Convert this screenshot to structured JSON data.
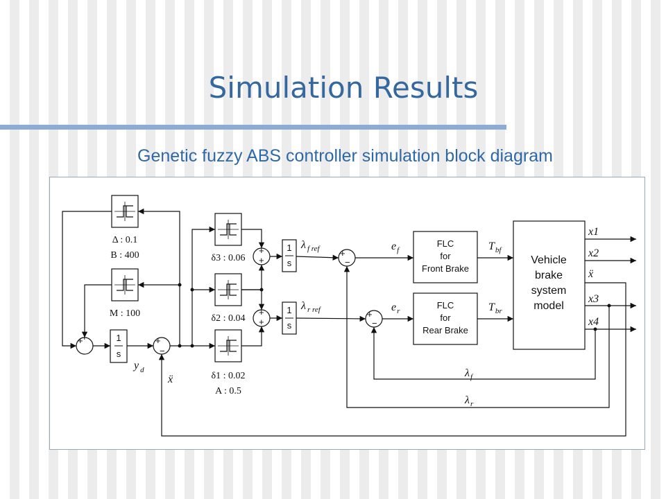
{
  "slide": {
    "title": "Simulation Results",
    "subtitle": "Genetic fuzzy ABS controller simulation block diagram"
  },
  "diagram": {
    "relay_top_params": [
      "Δ : 0.1",
      "B : 400"
    ],
    "relay_mid_params": [
      "M : 100"
    ],
    "relay_d3": "δ3 : 0.06",
    "relay_d2": "δ2 : 0.04",
    "relay_d1_params": [
      "δ1 : 0.02",
      "A : 0.5"
    ],
    "integrator_num": "1",
    "integrator_den": "s",
    "sum_plus": "+",
    "sum_minus": "−",
    "signal_yd": "y",
    "signal_yd_sub": "d",
    "signal_xdd": "ẍ",
    "lambda_f_ref": "λ",
    "lambda_f_ref_sub": "f ref",
    "lambda_r_ref": "λ",
    "lambda_r_ref_sub": "r ref",
    "ef": "e",
    "ef_sub": "f",
    "er": "e",
    "er_sub": "r",
    "flc_front": [
      "FLC",
      "for",
      "Front Brake"
    ],
    "flc_rear": [
      "FLC",
      "for",
      "Rear Brake"
    ],
    "tbf": "T",
    "tbf_sub": "bf",
    "tbr": "T",
    "tbr_sub": "br",
    "vehicle_model": [
      "Vehicle",
      "brake",
      "system",
      "model"
    ],
    "outputs": [
      "x1",
      "x2",
      "ẍ",
      "x3",
      "x4"
    ],
    "lambda_f_fb": "λ",
    "lambda_f_fb_sub": "f",
    "lambda_r_fb": "λ",
    "lambda_r_fb_sub": "r"
  }
}
